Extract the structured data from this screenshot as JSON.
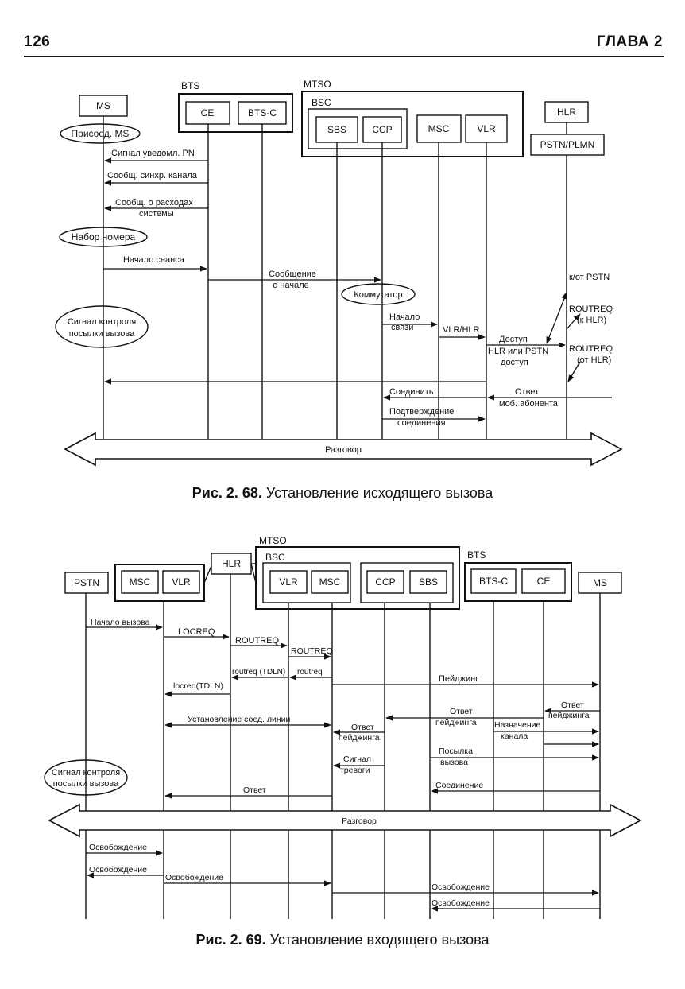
{
  "header": {
    "page_number": "126",
    "chapter": "ГЛАВА 2"
  },
  "fig68": {
    "caption_num": "Рис. 2. 68.",
    "caption_text": "Установление исходящего вызова",
    "groups": {
      "bts": "BTS",
      "mtso": "MTSO",
      "bsc": "BSC"
    },
    "entities": {
      "ms": "MS",
      "ce": "CE",
      "btsc": "BTS-C",
      "sbs": "SBS",
      "ccp": "CCP",
      "msc": "MSC",
      "vlr": "VLR",
      "hlr": "HLR",
      "pstn_plmn": "PSTN/PLMN"
    },
    "states": {
      "attach": "Присоед. MS",
      "dial": "Набор номера",
      "switch": "Коммутатор",
      "origination_1": "Сигнал контроля",
      "origination_2": "посылки вызова"
    },
    "messages": {
      "pn": "Сигнал уведомл. PN",
      "sync": "Сообщ. синхр. канала",
      "syspar_1": "Сообщ. о расходах",
      "syspar_2": "системы",
      "session": "Начало сеанса",
      "origin_1": "Сообщение",
      "origin_2": "о начале",
      "link_1": "Начало",
      "link_2": "связи",
      "vlrhlr": "VLR/HLR",
      "access_1": "Доступ",
      "access_2": "HLR или PSTN",
      "access_3": "доступ",
      "to_pstn": "к/от PSTN",
      "routreq_to_1": "ROUTREQ",
      "routreq_to_2": "(к HLR)",
      "routreq_from_1": "ROUTREQ",
      "routreq_from_2": "(от HLR)",
      "connect": "Соединить",
      "answer_1": "Ответ",
      "answer_2": "моб. абонента",
      "confirm_1": "Подтверждение",
      "confirm_2": "соединения",
      "talk": "Разговор"
    }
  },
  "fig69": {
    "caption_num": "Рис. 2. 69.",
    "caption_text": "Установление входящего вызова",
    "groups": {
      "mtso": "MTSO",
      "bsc": "BSC",
      "bts": "BTS"
    },
    "entities": {
      "pstn": "PSTN",
      "msc": "MSC",
      "vlr": "VLR",
      "hlr": "HLR",
      "vlr2": "VLR",
      "msc2": "MSC",
      "ccp": "CCP",
      "sbs": "SBS",
      "btsc": "BTS-C",
      "ce": "CE",
      "ms": "MS"
    },
    "states": {
      "origination_1": "Сигнал контроля",
      "origination_2": "посылки вызова"
    },
    "messages": {
      "call_start": "Начало вызова",
      "locreq": "LOCREQ",
      "routreq1": "ROUTREQ",
      "routreq2": "ROUTREQ",
      "routreq_tdln": "routreq (TDLN)",
      "routreq_lc": "routreq",
      "locreq_tdln": "locreq(TDLN)",
      "paging": "Пейджинг",
      "page_resp_ms_1": "Ответ",
      "page_resp_ms_2": "пейджинга",
      "page_resp_1": "Ответ",
      "page_resp_2": "пейджинга",
      "line_setup": "Установление соед. линии",
      "page_resp_msc_1": "Ответ",
      "page_resp_msc_2": "пейджинга",
      "chan_assign_1": "Назначение",
      "chan_assign_2": "канала",
      "alert_1": "Сигнал",
      "alert_2": "тревоги",
      "send_call_1": "Посылка",
      "send_call_2": "вызова",
      "connection": "Соединение",
      "answer": "Ответ",
      "talk": "Разговор",
      "release1": "Освобождение",
      "release2": "Освобождение",
      "release3": "Освобождение",
      "release4": "Освобождение",
      "release5": "Освобождение"
    }
  }
}
